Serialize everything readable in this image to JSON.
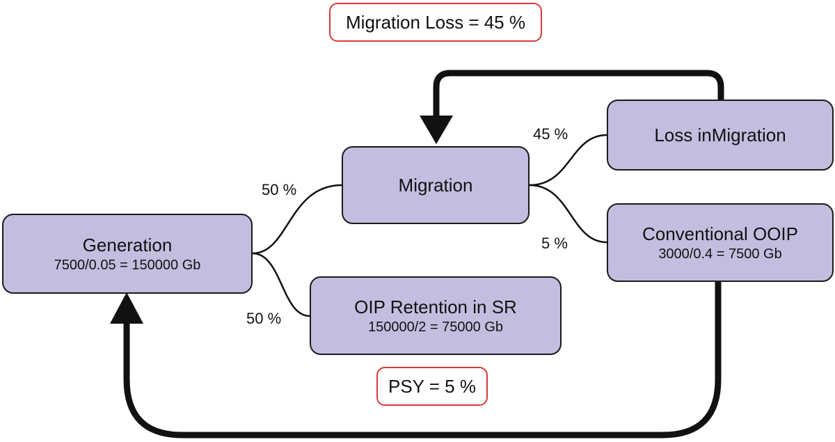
{
  "nodes": {
    "generation": {
      "title": "Generation",
      "subtitle": "7500/0.05 = 150000 Gb"
    },
    "migration": {
      "title": "Migration"
    },
    "retention": {
      "title": "OIP Retention in SR",
      "subtitle": "150000/2 = 75000 Gb"
    },
    "loss": {
      "title": "Loss inMigration"
    },
    "ooip": {
      "title": "Conventional OOIP",
      "subtitle": "3000/0.4 = 7500 Gb"
    }
  },
  "callouts": {
    "migration_loss": "Migration Loss = 45 %",
    "psy": "PSY = 5 %"
  },
  "percentages": {
    "to_migration": "50 %",
    "to_retention": "50 %",
    "to_loss": "45 %",
    "to_ooip": "5 %"
  },
  "colors": {
    "node_fill": "#c3bedf",
    "node_border": "#1a1a1a",
    "callout_border": "#d63a3a",
    "arrow": "#111111"
  }
}
